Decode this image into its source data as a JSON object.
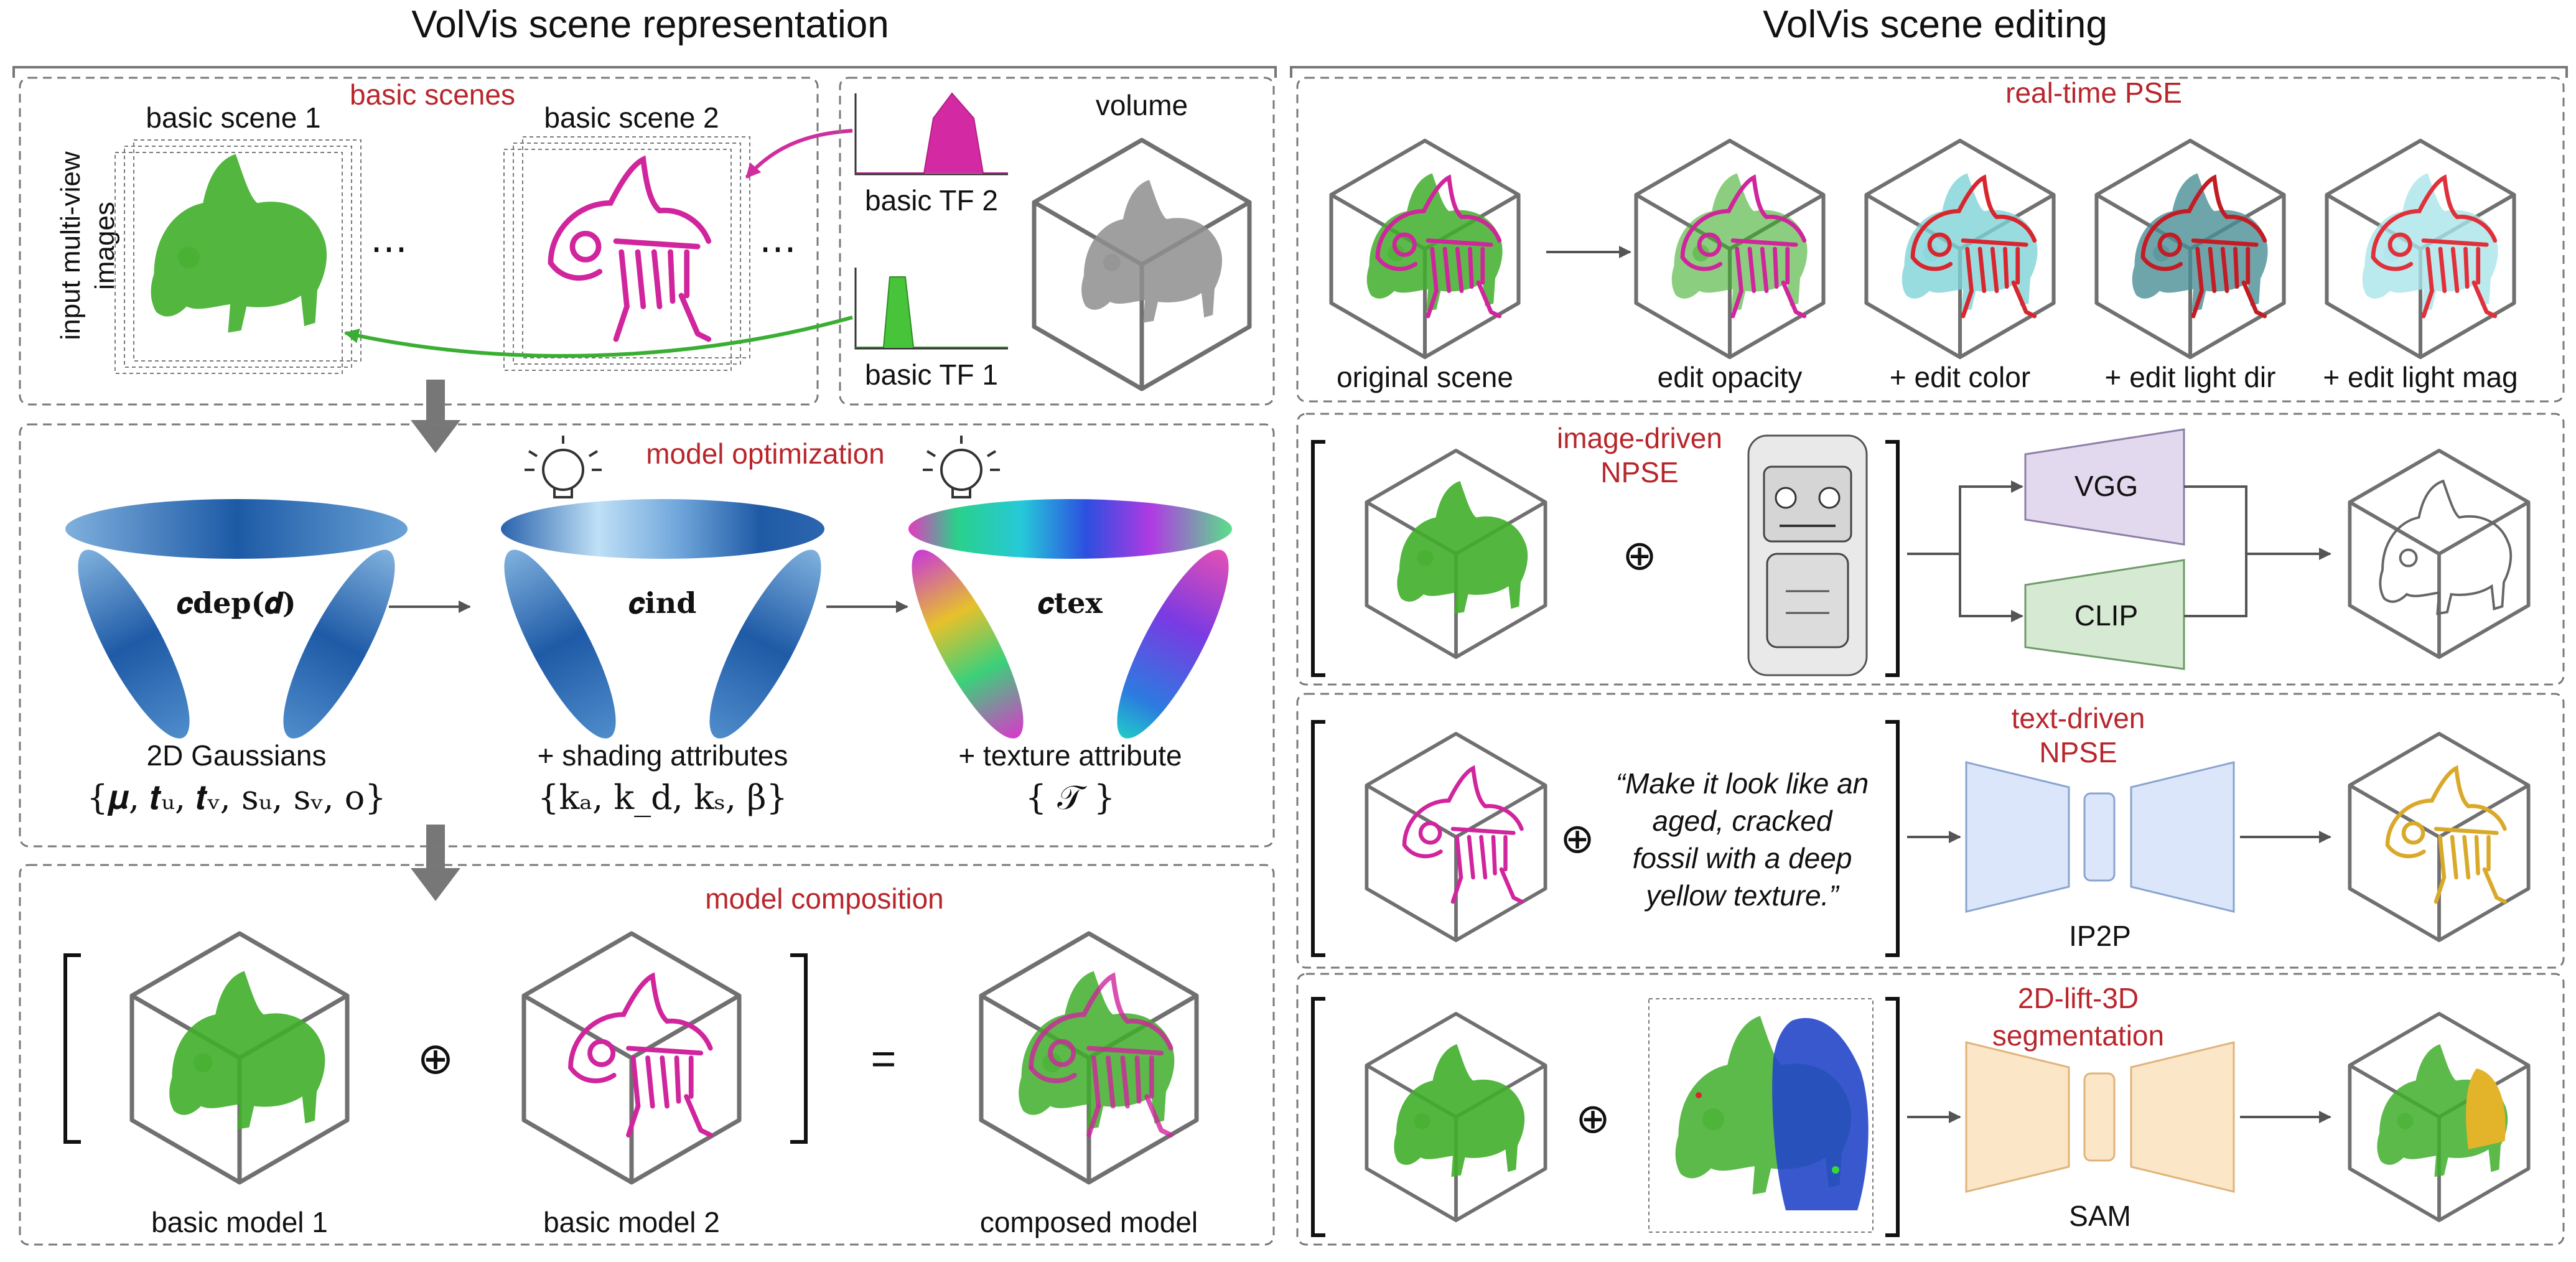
{
  "headers": {
    "left": "VolVis scene representation",
    "right": "VolVis scene editing"
  },
  "representation": {
    "basic_scenes": {
      "title": "basic scenes",
      "side_label_line1": "input multi-view",
      "side_label_line2": "images",
      "scene1": "basic scene 1",
      "scene2": "basic scene 2",
      "ellipsis": "⋯",
      "tf2": "basic TF 2",
      "tf1": "basic TF 1",
      "volume": "volume"
    },
    "optimization": {
      "title": "model optimization",
      "col1_label": "2D Gaussians",
      "col1_formula": "{𝝁, 𝒕ᵤ, 𝒕ᵥ, sᵤ, sᵥ, o}",
      "col1_symbol": "𝒄dep(𝒅)",
      "col2_label": "+ shading attributes",
      "col2_formula": "{kₐ, k_d, kₛ, β}",
      "col2_symbol": "𝒄ind",
      "col3_label": "+ texture attribute",
      "col3_formula": "{ 𝒯 }",
      "col3_symbol": "𝒄tex"
    },
    "composition": {
      "title": "model composition",
      "model1": "basic model 1",
      "model2": "basic model 2",
      "composed": "composed model",
      "plus": "⊕",
      "equals": "="
    }
  },
  "editing": {
    "pse": {
      "title": "real-time PSE",
      "labels": [
        "original scene",
        "edit opacity",
        "+ edit color",
        "+ edit light dir",
        "+ edit light mag"
      ]
    },
    "image_driven": {
      "title_line1": "image-driven",
      "title_line2": "NPSE",
      "net1": "VGG",
      "net2": "CLIP",
      "plus": "⊕"
    },
    "text_driven": {
      "title_line1": "text-driven",
      "title_line2": "NPSE",
      "prompt_lines": [
        "“Make it look like an",
        "aged, cracked",
        "fossil with a deep",
        "yellow texture.”"
      ],
      "net": "IP2P",
      "plus": "⊕"
    },
    "segmentation": {
      "title_line1": "2D-lift-3D",
      "title_line2": "segmentation",
      "net": "SAM",
      "plus": "⊕"
    }
  },
  "colors": {
    "green": "#3fae2a",
    "magenta": "#d0259c",
    "blue": "#2356b8",
    "title_red": "#b8262c",
    "vgg_fill": "#e3d9ee",
    "clip_fill": "#d6ead3",
    "ip2p_fill": "#dbe6fa",
    "sam_fill": "#fbe6c7"
  },
  "icons": [
    "lightbulb-icon",
    "oplus-icon",
    "chameleon-render"
  ]
}
